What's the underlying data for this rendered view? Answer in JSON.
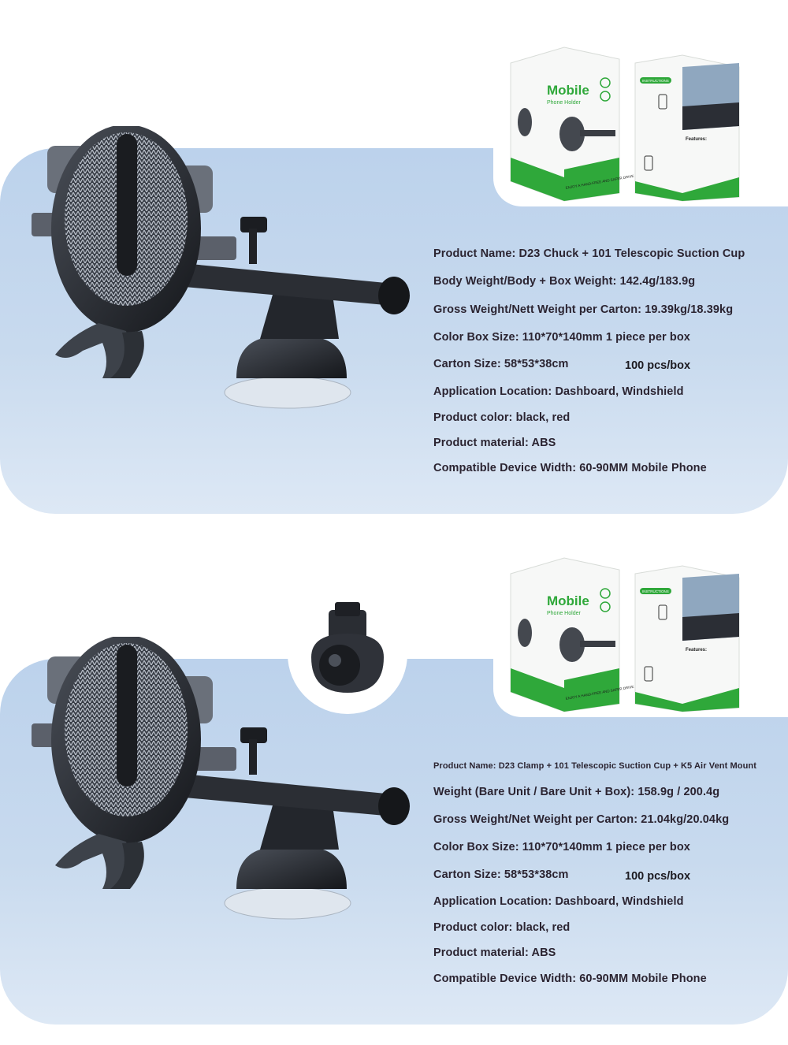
{
  "colors": {
    "panel": "#c4d7ee",
    "text": "#2b2431",
    "box_green": "#2fa83a",
    "product_dark": "#1f2228"
  },
  "packaging": {
    "brand": "Mobile",
    "subtitle": "Phone Holder",
    "slogan": "ENJOY A HAND-FREE AND SAFER DRIVE",
    "instructions": "INSTRUCTIONS",
    "features": "Features:"
  },
  "sections": [
    {
      "specs": [
        "Product Name: D23 Chuck + 101 Telescopic Suction Cup",
        "Body Weight/Body + Box Weight: 142.4g/183.9g",
        "Gross Weight/Nett Weight per Carton: 19.39kg/18.39kg",
        "Color Box Size: 110*70*140mm 1 piece per box",
        "Carton Size: 58*53*38cm",
        "Application Location: Dashboard, Windshield",
        "Product color: black, red",
        "Product material: ABS",
        "Compatible Device Width: 60-90MM Mobile Phone"
      ],
      "carton_qty": "100 pcs/box",
      "has_vent_mount": false
    },
    {
      "specs": [
        "Product Name: D23 Clamp + 101 Telescopic Suction Cup + K5 Air Vent Mount",
        "Weight (Bare Unit / Bare Unit + Box): 158.9g / 200.4g",
        "Gross Weight/Net Weight per Carton: 21.04kg/20.04kg",
        "Color Box Size: 110*70*140mm 1 piece per box",
        "Carton Size: 58*53*38cm",
        "Application Location: Dashboard, Windshield",
        "Product color: black, red",
        "Product material: ABS",
        "Compatible Device Width: 60-90MM Mobile Phone"
      ],
      "carton_qty": "100 pcs/box",
      "has_vent_mount": true
    }
  ]
}
